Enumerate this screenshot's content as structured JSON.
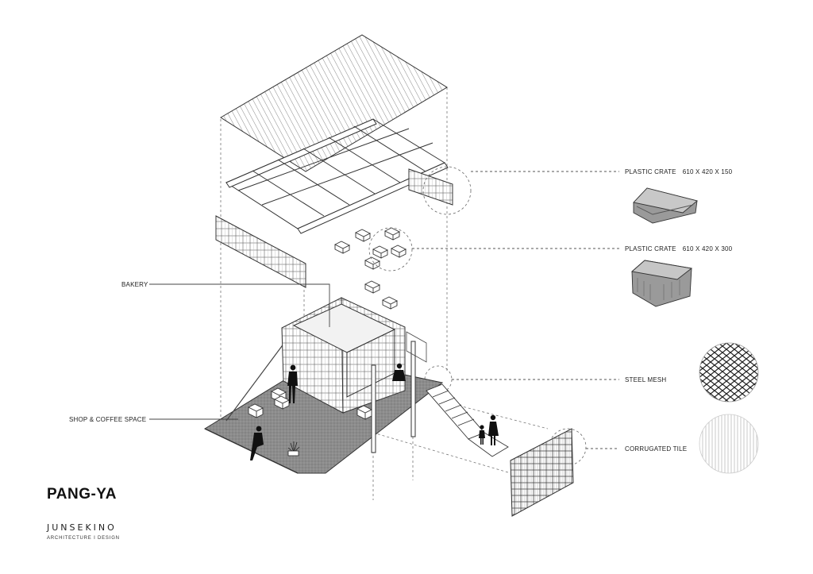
{
  "project_title": "PANG-YA",
  "brand": {
    "name": "JUNSEKINO",
    "subtitle": "ARCHITECTURE  I  DESIGN"
  },
  "callouts": {
    "bakery": "BAKERY",
    "shop_coffee": "SHOP & COFFEE SPACE"
  },
  "materials": [
    {
      "name": "PLASTIC CRATE",
      "dims": "610 x 420 x 150",
      "swatch": "crate-low"
    },
    {
      "name": "PLASTIC CRATE",
      "dims": "610 x 420 x 300",
      "swatch": "crate-tall"
    },
    {
      "name": "STEEL MESH",
      "dims": "",
      "swatch": "mesh"
    },
    {
      "name": "CORRUGATED TILE",
      "dims": "",
      "swatch": "corrugated"
    }
  ],
  "colors": {
    "line": "#333333",
    "floor": "#8a8a8a",
    "figure": "#111111",
    "crate_fill": "#9a9a9a"
  }
}
